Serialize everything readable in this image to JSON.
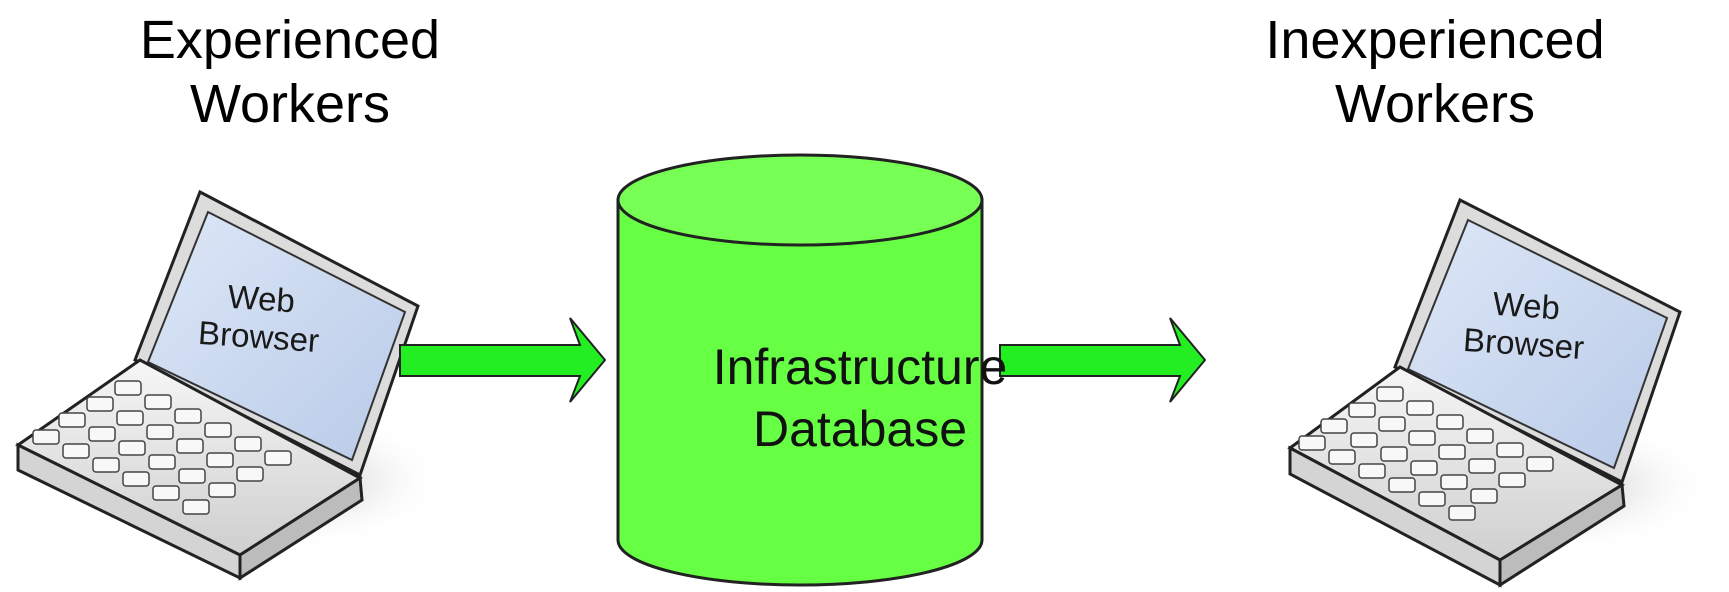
{
  "nodes": {
    "experienced": {
      "title_line1": "Experienced",
      "title_line2": "Workers"
    },
    "inexperienced": {
      "title_line1": "Inexperienced",
      "title_line2": "Workers"
    },
    "laptop_left": {
      "screen_line1": "Web",
      "screen_line2": "Browser"
    },
    "laptop_right": {
      "screen_line1": "Web",
      "screen_line2": "Browser"
    },
    "database": {
      "line1": "Infrastructure",
      "line2": "Database"
    }
  },
  "colors": {
    "database_fill": "#66ff44",
    "database_top": "#77ff55",
    "arrow_fill": "#22ee22",
    "laptop_body": "#e8e8e8",
    "laptop_screen": "#c9d8f0"
  },
  "icons": {
    "laptop_left": "laptop-icon",
    "laptop_right": "laptop-icon",
    "database": "database-cylinder-icon",
    "arrow_left": "arrow-right-icon",
    "arrow_right": "arrow-right-icon"
  }
}
